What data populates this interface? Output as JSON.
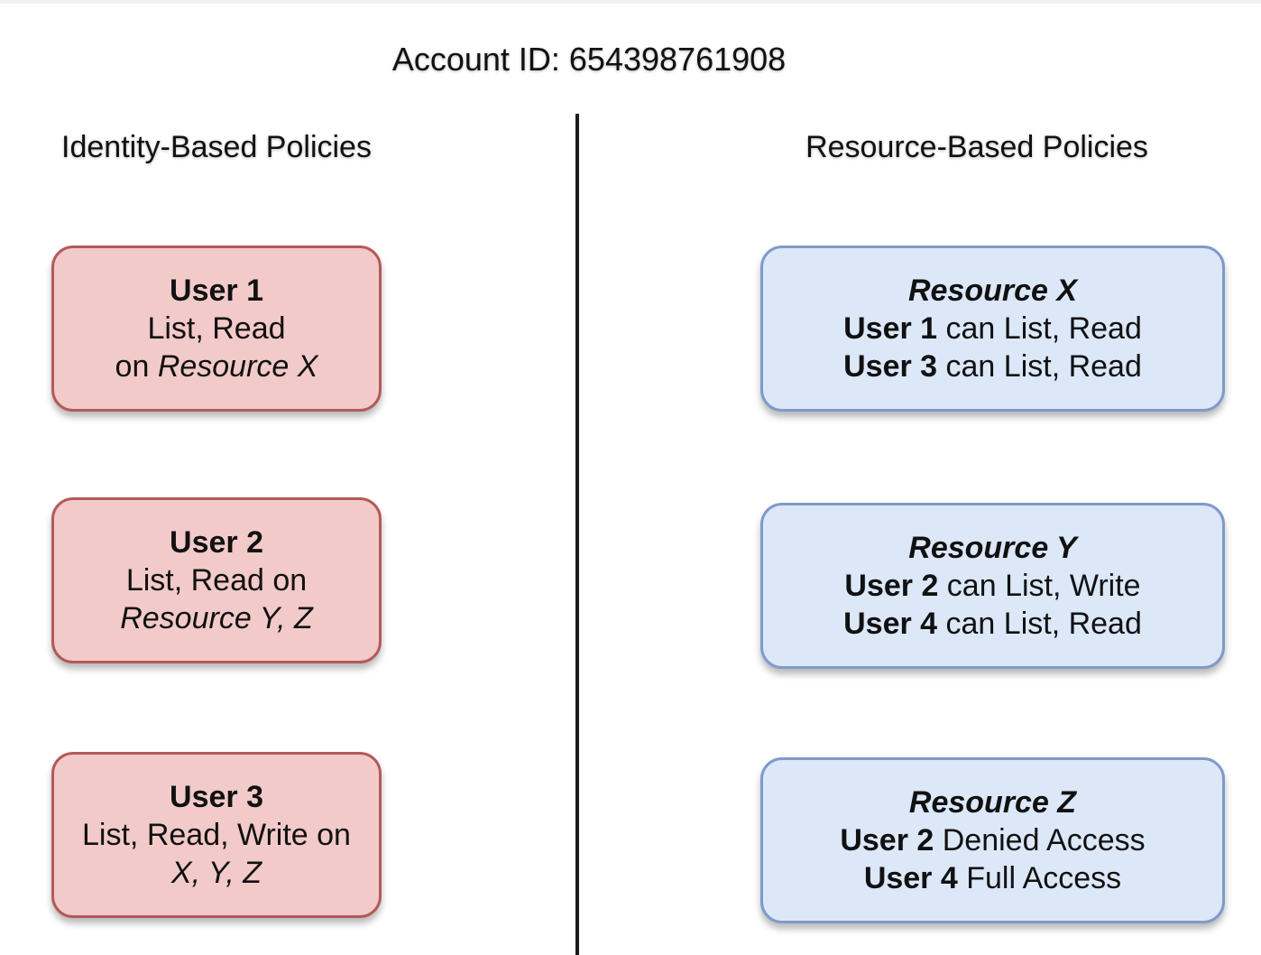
{
  "account": {
    "label": "Account ID: 654398761908"
  },
  "identity": {
    "heading": "Identity-Based Policies",
    "boxes": [
      {
        "user": "User 1",
        "line2": "List, Read",
        "line3_prefix": "on ",
        "line3_italic": "Resource X"
      },
      {
        "user": "User 2",
        "line2": "List, Read on",
        "line3_prefix": "",
        "line3_italic": "Resource Y, Z"
      },
      {
        "user": "User 3",
        "line2": "List, Read, Write on",
        "line3_prefix": "",
        "line3_italic": "X, Y, Z"
      }
    ]
  },
  "resource": {
    "heading": "Resource-Based Policies",
    "boxes": [
      {
        "title": "Resource X",
        "rules": [
          {
            "user": "User 1",
            "text": " can List, Read"
          },
          {
            "user": "User 3",
            "text": " can List, Read"
          }
        ]
      },
      {
        "title": "Resource Y",
        "rules": [
          {
            "user": "User 2",
            "text": " can List, Write"
          },
          {
            "user": "User 4",
            "text": " can List, Read"
          }
        ]
      },
      {
        "title": "Resource Z",
        "rules": [
          {
            "user": "User 2",
            "text": " Denied Access"
          },
          {
            "user": "User 4",
            "text": " Full Access"
          }
        ]
      }
    ]
  },
  "colors": {
    "identity_fill": "#f2cac9",
    "identity_border": "#b35a58",
    "resource_fill": "#dce7f8",
    "resource_border": "#7e9bc8",
    "divider": "#1b1b1b"
  }
}
